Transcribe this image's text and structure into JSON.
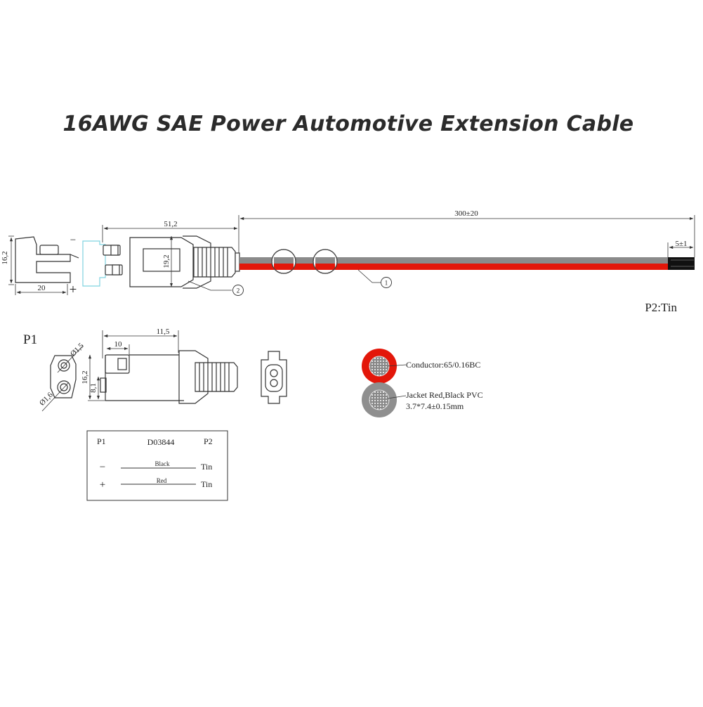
{
  "title": "16AWG SAE Power Automotive Extension Cable",
  "colors": {
    "red": "#e3170a",
    "gray": "#8a8a8a",
    "black": "#111111",
    "line": "#333333",
    "cyan": "#7fd3e0"
  },
  "side_view": {
    "height_dim": "16,2",
    "width_dim": "20",
    "minus_sign": "−",
    "plus_sign": "+",
    "connector_length_dim": "51,2",
    "boot_height_dim": "19,2",
    "cable_length_dim": "300±20",
    "strip_length_dim": "5±1",
    "callout_connector": "2",
    "callout_cable": "1",
    "p2_label": "P2:Tin"
  },
  "connector_detail": {
    "p1_label": "P1",
    "pin_dia_top": "Ø1,5",
    "pin_dia_bottom": "Ø1,6",
    "overall_length_dim": "11,5",
    "pin_length_dim": "10",
    "height_dim": "16,2",
    "pitch_dim": "8,1"
  },
  "cable_spec": {
    "conductor": "Conductor:65/0.16BC",
    "jacket": "Jacket Red,Black PVC",
    "size": "3.7*7.4±0.15mm"
  },
  "wiring_table": {
    "col_left": "P1",
    "part_no": "D03844",
    "col_right": "P2",
    "rows": [
      {
        "pin": "−",
        "wire": "Black",
        "end": "Tin"
      },
      {
        "pin": "+",
        "wire": "Red",
        "end": "Tin"
      }
    ]
  }
}
